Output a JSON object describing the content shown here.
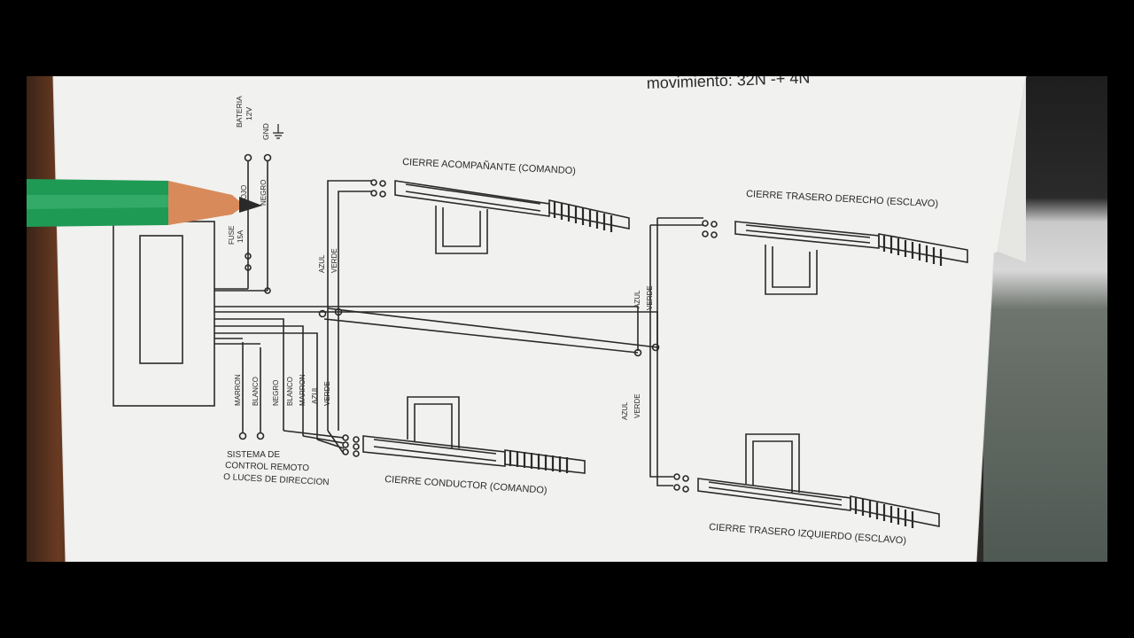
{
  "header_text": "movimiento: 32N -+ 4N",
  "power": {
    "battery": "BATERIA",
    "battery_voltage": "12V",
    "ground": "GND",
    "fuse": "FUSE",
    "fuse_rating": "15A",
    "wire_red": "ROJO",
    "wire_black": "NEGRO"
  },
  "locks": {
    "passenger": "CIERRE ACOMPAÑANTE (COMANDO)",
    "driver": "CIERRE CONDUCTOR (COMANDO)",
    "rear_right": "CIERRE TRASERO DERECHO (ESCLAVO)",
    "rear_left": "CIERRE TRASERO IZQUIERDO (ESCLAVO)"
  },
  "wires": {
    "blue": "AZUL",
    "green": "VERDE",
    "brown": "MARRON",
    "white": "BLANCO",
    "black": "NEGRO"
  },
  "remote": {
    "line1": "SISTEMA DE",
    "line2": "CONTROL REMOTO",
    "line3": "O LUCES DE DIRECCION"
  },
  "colors": {
    "paper": "#f1f1ef",
    "ink": "#2a2a2a",
    "pencil_green": "#1f9a55",
    "pencil_wood": "#d98a5b"
  }
}
